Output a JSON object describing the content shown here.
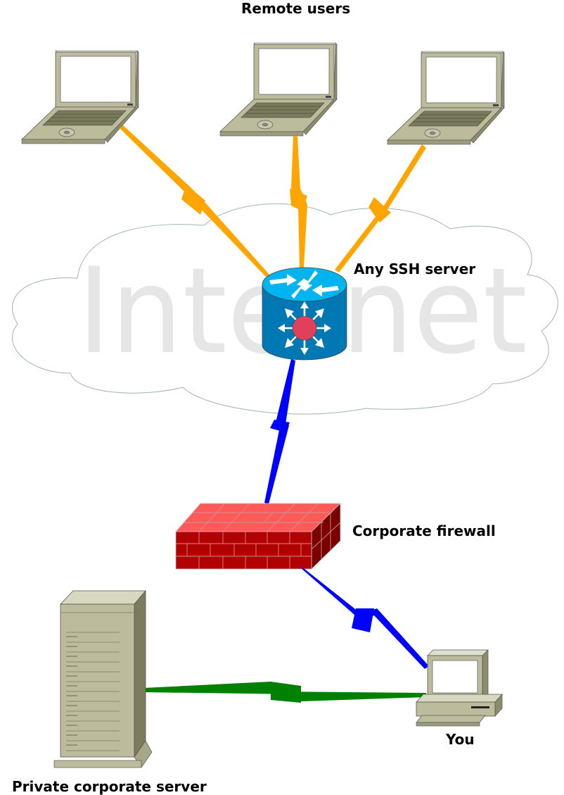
{
  "labels": {
    "remote_users": "Remote users",
    "ssh_server": "Any SSH server",
    "firewall": "Corporate firewall",
    "you": "You",
    "private_server": "Private corporate server",
    "cloud": "Internet"
  },
  "nodes": {
    "laptops": [
      "laptop",
      "laptop",
      "laptop"
    ],
    "router": "router-icon",
    "firewall": "firewall-icon",
    "workstation": "desktop-computer-icon",
    "server": "tower-server-icon"
  },
  "colors": {
    "remote_links": "#ffa500",
    "firewall_links": "#0000ff",
    "internal_link": "#008000",
    "router_top": "#00b4f0",
    "router_body": "#0078b4",
    "router_center": "#e0405a",
    "firewall_face": "#c00000",
    "firewall_top": "#ff5a5a",
    "hardware_beige": "#bcbc9c",
    "cloud_outline": "#a0b4b4"
  }
}
